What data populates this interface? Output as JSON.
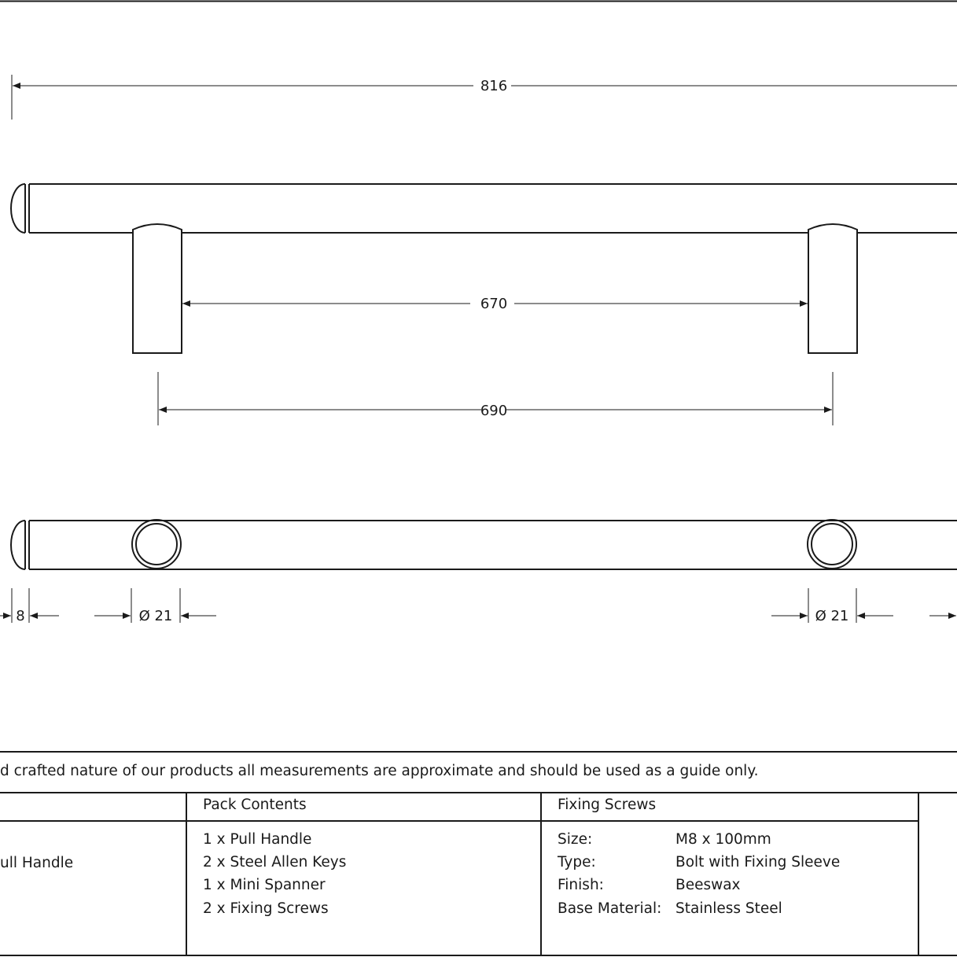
{
  "dimensions": {
    "overall_length": "816",
    "inner_gap": "670",
    "centres": "690",
    "end_cap": "8",
    "post_diameter_left": "Ø 21",
    "post_diameter_right": "Ø 21"
  },
  "disclaimer": "d crafted nature of our products all measurements are approximate and should be used as a guide only.",
  "table": {
    "product_name_fragment": "ull Handle",
    "pack_contents": {
      "header": "Pack Contents",
      "items": [
        "1 x Pull Handle",
        "2 x Steel Allen Keys",
        "1 x Mini Spanner",
        "2 x Fixing Screws"
      ]
    },
    "fixing_screws": {
      "header": "Fixing Screws",
      "rows": [
        {
          "label": "Size:",
          "value": "M8 x 100mm"
        },
        {
          "label": "Type:",
          "value": "Bolt with Fixing Sleeve"
        },
        {
          "label": "Finish:",
          "value": "Beeswax"
        },
        {
          "label": "Base Material:",
          "value": "Stainless Steel"
        }
      ]
    }
  }
}
